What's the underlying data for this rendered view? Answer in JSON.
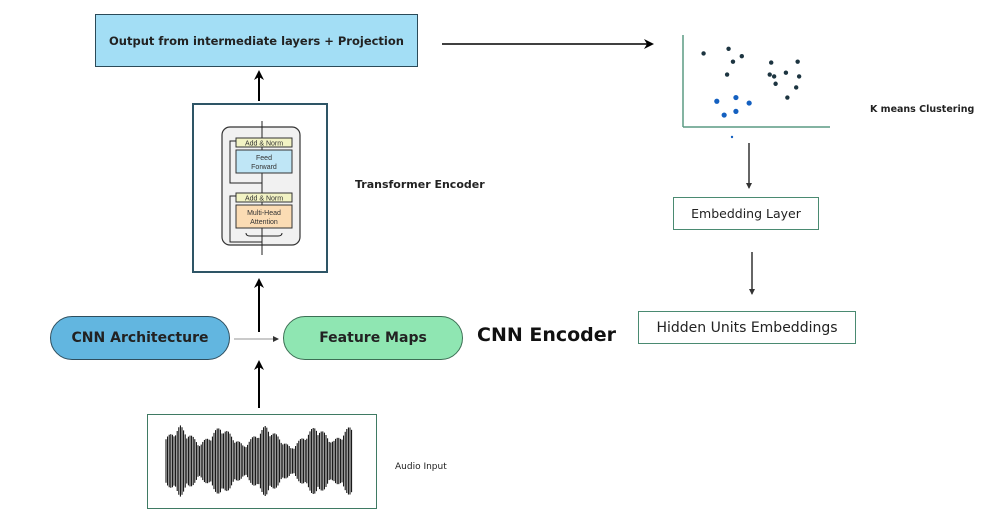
{
  "diagram": {
    "output_box": {
      "label": "Output from intermediate layers + Projection",
      "color": "#a3def5"
    },
    "transformer": {
      "label": "Transformer Encoder",
      "blocks": {
        "add_norm_top": "Add & Norm",
        "feed_forward_line1": "Feed",
        "feed_forward_line2": "Forward",
        "add_norm_bottom": "Add & Norm",
        "attention_line1": "Multi-Head",
        "attention_line2": "Attention"
      }
    },
    "cnn_architecture": {
      "label": "CNN Architecture",
      "color": "#62b6e0"
    },
    "feature_maps": {
      "label": "Feature Maps",
      "color": "#8fe6b2"
    },
    "cnn_encoder_label": "CNN Encoder",
    "audio_input_label": "Audio Input",
    "kmeans_label": "K means Clustering",
    "embedding_layer": {
      "label": "Embedding Layer"
    },
    "hidden_units": {
      "label": "Hidden Units Embeddings"
    },
    "scatter": {
      "dark_cluster_color": "#1c3440",
      "blue_cluster_color": "#1460c0",
      "dark_points": [
        [
          0.14,
          0.8
        ],
        [
          0.31,
          0.85
        ],
        [
          0.34,
          0.71
        ],
        [
          0.4,
          0.77
        ],
        [
          0.3,
          0.57
        ],
        [
          0.6,
          0.7
        ],
        [
          0.59,
          0.57
        ],
        [
          0.62,
          0.55
        ],
        [
          0.7,
          0.59
        ],
        [
          0.78,
          0.71
        ],
        [
          0.79,
          0.55
        ],
        [
          0.63,
          0.47
        ],
        [
          0.77,
          0.43
        ],
        [
          0.71,
          0.32
        ]
      ],
      "blue_points": [
        [
          0.23,
          0.28
        ],
        [
          0.36,
          0.32
        ],
        [
          0.45,
          0.26
        ],
        [
          0.28,
          0.13
        ],
        [
          0.36,
          0.17
        ]
      ]
    }
  }
}
